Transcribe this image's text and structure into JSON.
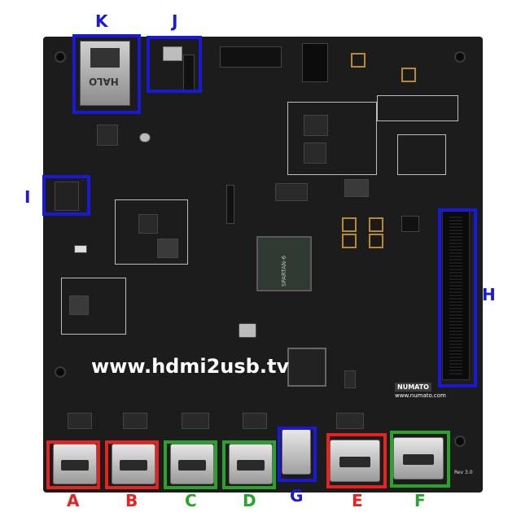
{
  "board": {
    "url_text": "www.hdmi2usb.tv",
    "vendor_text": "www.numato.com",
    "vendor_logo_text": "NUMATO",
    "rev_text": "Rev 3.0",
    "ethernet_brand": "HALO",
    "fpga_text": "SPARTAN-6"
  },
  "callouts": {
    "A": {
      "label": "A",
      "color": "#e8231f"
    },
    "B": {
      "label": "B",
      "color": "#e8231f"
    },
    "C": {
      "label": "C",
      "color": "#2aa32a"
    },
    "D": {
      "label": "D",
      "color": "#2aa32a"
    },
    "E": {
      "label": "E",
      "color": "#e8231f"
    },
    "F": {
      "label": "F",
      "color": "#2aa32a"
    },
    "G": {
      "label": "G",
      "color": "#1a1ad6"
    },
    "H": {
      "label": "H",
      "color": "#1a1ad6"
    },
    "I": {
      "label": "I",
      "color": "#1a1ad6"
    },
    "J": {
      "label": "J",
      "color": "#1a1ad6"
    },
    "K": {
      "label": "K",
      "color": "#1a1ad6"
    }
  }
}
